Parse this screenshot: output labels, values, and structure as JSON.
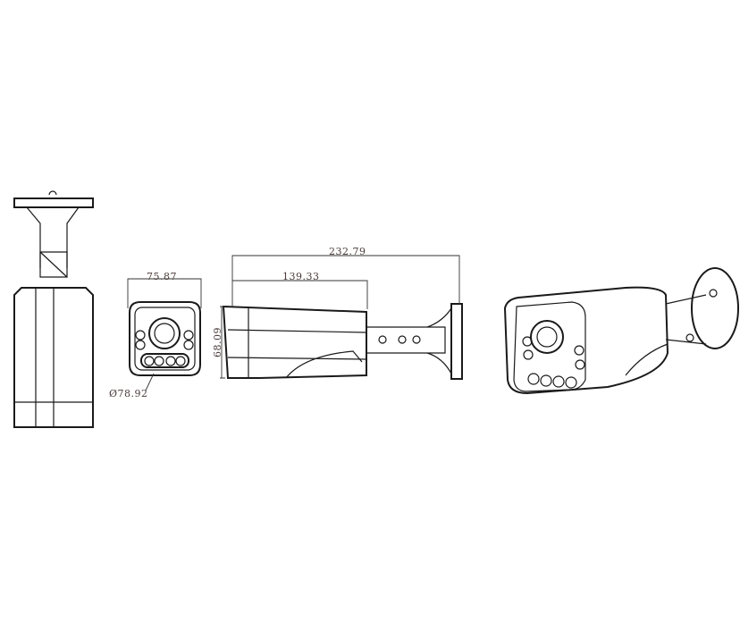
{
  "dimensions": {
    "total_length": "232.79",
    "body_length": "139.33",
    "front_width": "75.87",
    "height": "68.09",
    "diameter": "Ø78.92"
  }
}
